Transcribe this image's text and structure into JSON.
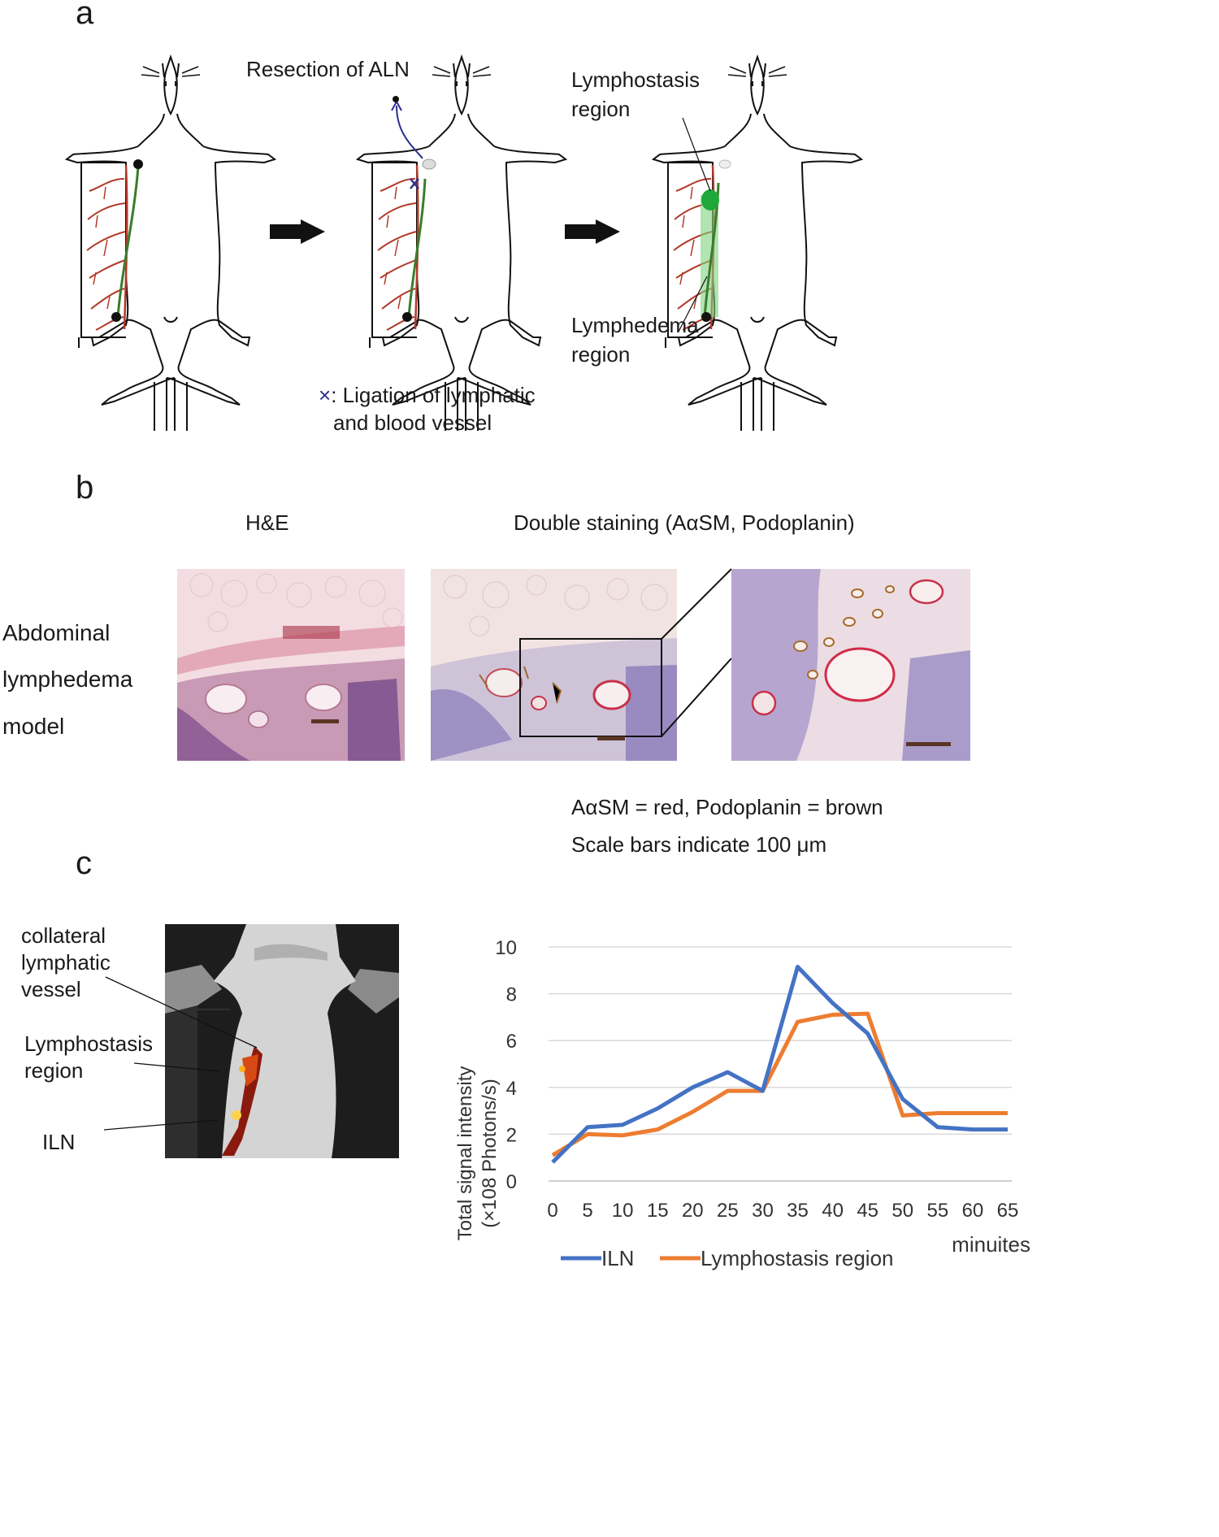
{
  "panel_a": {
    "letter": "a",
    "resection_label": "Resection of ALN",
    "lymphostasis_label": [
      "Lymphostasis",
      "region"
    ],
    "lymphedema_label": [
      "Lymphedema",
      "region"
    ],
    "ligation_mark": "×",
    "ligation_label": [
      ": Ligation of lymphatic",
      "and blood vessel"
    ]
  },
  "panel_b": {
    "letter": "b",
    "he_title": "H&E",
    "double_title": "Double staining (AαSM, Podoplanin)",
    "row_label": [
      "Abdominal",
      "lymphedema",
      "model"
    ],
    "legend_line1": "AαSM = red, Podoplanin = brown",
    "legend_line2": "Scale bars indicate 100 μm",
    "scale_bar_text": "100 μm"
  },
  "panel_c": {
    "letter": "c",
    "photo_labels": {
      "collateral": [
        "collateral",
        "lymphatic",
        "vessel"
      ],
      "lymphostasis": [
        "Lymphostasis",
        "region"
      ],
      "iln": "ILN"
    }
  },
  "chart_data": {
    "type": "line",
    "x": [
      0,
      5,
      10,
      15,
      20,
      25,
      30,
      35,
      40,
      45,
      50,
      55,
      60,
      65
    ],
    "xlabel": "minuites",
    "ylabel": [
      "Total signal intensity",
      "(×108 Photons/s)"
    ],
    "ylim": [
      0,
      10
    ],
    "yticks": [
      0,
      2,
      4,
      6,
      8,
      10
    ],
    "grid": true,
    "legend_position": "bottom",
    "series": [
      {
        "name": "ILN",
        "color": "#4472c4",
        "values": [
          0.8,
          2.3,
          2.4,
          3.1,
          4.0,
          4.65,
          3.85,
          9.15,
          7.6,
          6.3,
          3.5,
          2.3,
          2.2,
          2.2
        ]
      },
      {
        "name": "Lymphostasis region",
        "color": "#ed7d31",
        "values": [
          1.1,
          2.0,
          1.95,
          2.2,
          2.95,
          3.85,
          3.85,
          6.8,
          7.1,
          7.15,
          2.8,
          2.9,
          2.9,
          2.9
        ]
      }
    ]
  }
}
